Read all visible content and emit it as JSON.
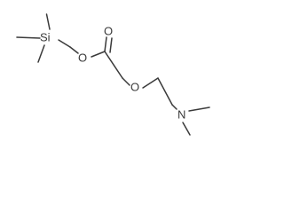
{
  "molecule": {
    "atoms": {
      "silicon": "Si",
      "ester_oxygen": "O",
      "carbonyl_oxygen": "O",
      "ether_oxygen": "O",
      "nitrogen": "N"
    }
  },
  "colors": {
    "bond": "#3a3a3a",
    "label": "#3a3a3a",
    "background": "#ffffff"
  }
}
